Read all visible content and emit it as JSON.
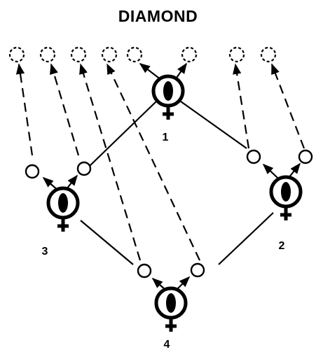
{
  "title": "DIAMOND",
  "nodes": [
    {
      "label": "1"
    },
    {
      "label": "2"
    },
    {
      "label": "3"
    },
    {
      "label": "4"
    }
  ]
}
